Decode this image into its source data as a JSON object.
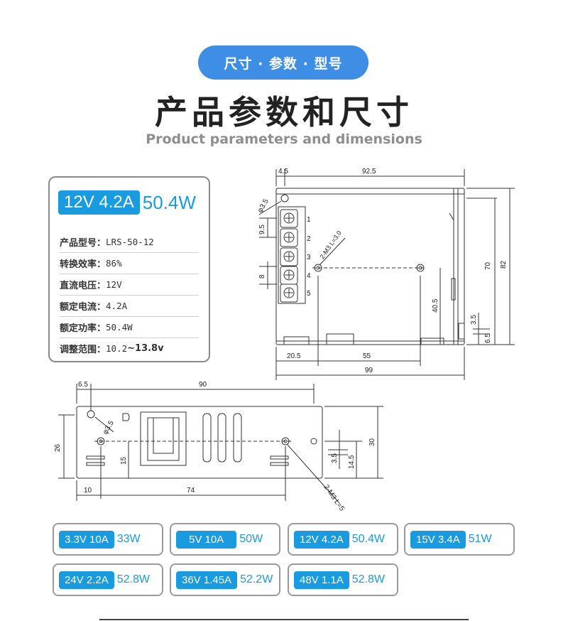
{
  "header": {
    "pill": "尺寸 · 参数 · 型号",
    "title_cn": "产品参数和尺寸",
    "title_en": "Product parameters and dimensions"
  },
  "spec_card": {
    "badge": "12V 4.2A",
    "watt": "50.4W",
    "rows": [
      {
        "label": "产品型号：",
        "value": "LRS-50-12"
      },
      {
        "label": "转换效率：",
        "value": "86%"
      },
      {
        "label": "直流电压：",
        "value": "12V"
      },
      {
        "label": "额定电流：",
        "value": "4.2A"
      },
      {
        "label": "额定功率：",
        "value": "50.4W"
      },
      {
        "label": "调整范围：",
        "value": "10.2",
        "value_hi": "~13.8v"
      }
    ]
  },
  "top_view": {
    "dims": {
      "d4_5": "4.5",
      "d92_5": "92.5",
      "phi3_5": "φ3.5",
      "d9_5": "9.5",
      "d8": "8",
      "screw": "2-M3 L=3.0",
      "d70": "70",
      "d82": "82",
      "d40_5": "40.5",
      "d3_5": "3.5",
      "d6_5": "6.5",
      "d20_5": "20.5",
      "d55": "55",
      "d99": "99"
    },
    "terminals": [
      "1",
      "2",
      "3",
      "4",
      "5"
    ]
  },
  "side_view": {
    "dims": {
      "d6_5": "6.5",
      "d90": "90",
      "d26": "26",
      "phi3_5": "φ3.5",
      "d15": "15",
      "d30": "30",
      "d3_5": "3.5",
      "d14_5": "14.5",
      "d10": "10",
      "d74": "74",
      "screw": "2-M3 L=5"
    }
  },
  "models": [
    {
      "badge": "3.3V 10A",
      "watt": "33W"
    },
    {
      "badge": "5V 10A",
      "watt": "50W"
    },
    {
      "badge": "12V 4.2A",
      "watt": "50.4W"
    },
    {
      "badge": "15V 3.4A",
      "watt": "51W"
    },
    {
      "badge": "24V 2.2A",
      "watt": "52.8W"
    },
    {
      "badge": "36V 1.45A",
      "watt": "52.2W"
    },
    {
      "badge": "48V 1.1A",
      "watt": "52.8W"
    }
  ],
  "colors": {
    "accent": "#1a9be0",
    "pill": "#3f8ee6",
    "border": "#8a8a8a"
  }
}
